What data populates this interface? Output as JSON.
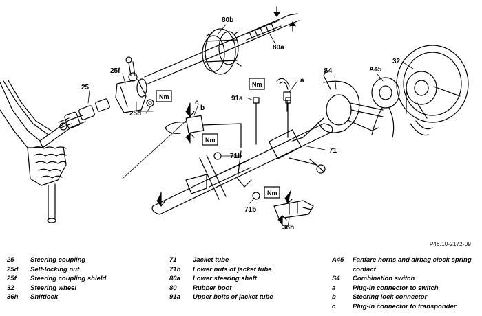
{
  "figure_ref": "P46.10-2172-09",
  "callouts": {
    "c80b": "80b",
    "c80a": "80a",
    "c25": "25",
    "c25f": "25f",
    "c25d": "25d",
    "c91a": "91a",
    "c_a": "a",
    "c_b": "b",
    "c_c": "c",
    "cS4": "S4",
    "cA45": "A45",
    "c32": "32",
    "c71": "71",
    "c71b_top": "71b",
    "c71b_bottom": "71b",
    "c36h": "36h"
  },
  "torque_label": "Nm",
  "legend": {
    "col1": [
      {
        "code": "25",
        "desc": "Steering coupling"
      },
      {
        "code": "25d",
        "desc": "Self-locking nut"
      },
      {
        "code": "25f",
        "desc": "Steering coupling shield"
      },
      {
        "code": "32",
        "desc": "Steering wheel"
      },
      {
        "code": "36h",
        "desc": "Shiftlock"
      }
    ],
    "col2": [
      {
        "code": "71",
        "desc": "Jacket tube"
      },
      {
        "code": "71b",
        "desc": "Lower nuts of jacket tube"
      },
      {
        "code": "80a",
        "desc": "Lower steering shaft"
      },
      {
        "code": "80",
        "desc": "Rubber boot"
      },
      {
        "code": "91a",
        "desc": "Upper bolts of jacket tube"
      }
    ],
    "col3": [
      {
        "code": "A45",
        "desc": "Fanfare horns and airbag clock spring contact"
      },
      {
        "code": "S4",
        "desc": "Combination switch"
      },
      {
        "code": "a",
        "desc": "Plug-in connector to switch"
      },
      {
        "code": "b",
        "desc": "Steering lock connector"
      },
      {
        "code": "c",
        "desc": "Plug-in connector to transponder"
      }
    ]
  }
}
